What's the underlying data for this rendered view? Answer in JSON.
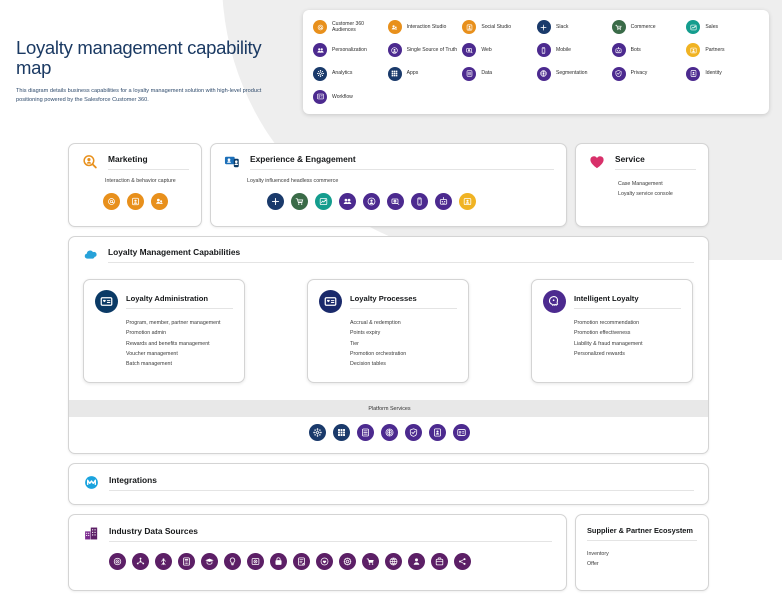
{
  "header": {
    "title": "Loyalty management capability map",
    "subtitle": "This diagram details business capabilities for a loyalty management solution with high-level product positioning powered by the Salesforce Customer 360."
  },
  "legend": {
    "items": [
      {
        "label": "Customer 360 Audiences",
        "icon": "customer360-audiences-icon",
        "color": "#e8901c"
      },
      {
        "label": "Interaction Studio",
        "icon": "interaction-studio-icon",
        "color": "#e8901c"
      },
      {
        "label": "Social Studio",
        "icon": "social-studio-icon",
        "color": "#e8901c"
      },
      {
        "label": "Slack",
        "icon": "slack-icon",
        "color": "#1a3a6b"
      },
      {
        "label": "Commerce",
        "icon": "commerce-icon",
        "color": "#3a6b48"
      },
      {
        "label": "Sales",
        "icon": "sales-icon",
        "color": "#149d8e"
      },
      {
        "label": "Personalization",
        "icon": "personalization-icon",
        "color": "#4c2a8f"
      },
      {
        "label": "Single Source of Truth",
        "icon": "single-source-truth-icon",
        "color": "#4c2a8f"
      },
      {
        "label": "Web",
        "icon": "web-icon",
        "color": "#4c2a8f"
      },
      {
        "label": "Mobile",
        "icon": "mobile-icon",
        "color": "#4c2a8f"
      },
      {
        "label": "Bots",
        "icon": "bots-icon",
        "color": "#4c2a8f"
      },
      {
        "label": "Partners",
        "icon": "partners-icon",
        "color": "#f0b323"
      },
      {
        "label": "Analytics",
        "icon": "analytics-icon",
        "color": "#1a3a6b"
      },
      {
        "label": "Apps",
        "icon": "apps-icon",
        "color": "#1a3a6b"
      },
      {
        "label": "Data",
        "icon": "data-icon",
        "color": "#4c2a8f"
      },
      {
        "label": "Segmentation",
        "icon": "segmentation-icon",
        "color": "#4c2a8f"
      },
      {
        "label": "Privacy",
        "icon": "privacy-icon",
        "color": "#4c2a8f"
      },
      {
        "label": "Identity",
        "icon": "identity-icon",
        "color": "#4c2a8f"
      },
      {
        "label": "Workflow",
        "icon": "workflow-icon",
        "color": "#4c2a8f"
      }
    ]
  },
  "marketing": {
    "title": "Marketing",
    "header_icon": "marketing-magnifier-icon",
    "note": "Interaction & behavior capture",
    "icons": [
      {
        "name": "customer360-audiences-icon",
        "color": "#e8901c"
      },
      {
        "name": "social-studio-icon",
        "color": "#e8901c"
      },
      {
        "name": "interaction-studio-icon",
        "color": "#e8901c"
      }
    ]
  },
  "experience": {
    "title": "Experience & Engagement",
    "header_icon": "experience-screen-icon",
    "note": "Loyalty influenced headless commerce",
    "icons": [
      {
        "name": "slack-icon",
        "color": "#1a3a6b"
      },
      {
        "name": "commerce-icon",
        "color": "#3a6b48"
      },
      {
        "name": "sales-icon",
        "color": "#149d8e"
      },
      {
        "name": "personalization-icon",
        "color": "#4c2a8f"
      },
      {
        "name": "single-source-truth-icon",
        "color": "#4c2a8f"
      },
      {
        "name": "web-icon",
        "color": "#4c2a8f"
      },
      {
        "name": "mobile-icon",
        "color": "#4c2a8f"
      },
      {
        "name": "bots-icon",
        "color": "#4c2a8f"
      },
      {
        "name": "partners-icon",
        "color": "#f0b323"
      }
    ]
  },
  "service": {
    "title": "Service",
    "header_icon": "service-heart-icon",
    "items": [
      "Case Management",
      "Loyalty service console"
    ]
  },
  "capabilities": {
    "title": "Loyalty Management Capabilities",
    "header_icon": "cloud-icon",
    "cards": [
      {
        "title": "Loyalty Administration",
        "icon": "loyalty-admin-card-icon",
        "icon_color": "#0b3a66",
        "items": [
          "Program, member, partner management",
          "Promotion admin",
          "Rewards and benefits management",
          "Voucher management",
          "Batch management"
        ]
      },
      {
        "title": "Loyalty Processes",
        "icon": "loyalty-processes-card-icon",
        "icon_color": "#1a2a6b",
        "items": [
          "Accrual & redemption",
          "Points expiry",
          "Tier",
          "Promotion orchestration",
          "Decision tables"
        ]
      },
      {
        "title": "Intelligent Loyalty",
        "icon": "intelligent-loyalty-card-icon",
        "icon_color": "#4c2a8f",
        "items": [
          "Promotion recommendation",
          "Promotion effectiveness",
          "Liability & fraud management",
          "Personalized rewards"
        ]
      }
    ],
    "platform_services": {
      "label": "Platform Services",
      "icons": [
        {
          "name": "analytics-icon",
          "color": "#1a3a6b"
        },
        {
          "name": "apps-icon",
          "color": "#1a3a6b"
        },
        {
          "name": "data-icon",
          "color": "#4c2a8f"
        },
        {
          "name": "segmentation-icon",
          "color": "#4c2a8f"
        },
        {
          "name": "privacy-icon",
          "color": "#4c2a8f"
        },
        {
          "name": "identity-icon",
          "color": "#4c2a8f"
        },
        {
          "name": "workflow-icon",
          "color": "#4c2a8f"
        }
      ]
    }
  },
  "integrations": {
    "title": "Integrations",
    "header_icon": "mulesoft-icon"
  },
  "industry": {
    "title": "Industry Data Sources",
    "header_icon": "industry-building-icon",
    "icon_color": "#5c1f66",
    "icons": [
      "record-icon",
      "network-icon",
      "broadcast-icon",
      "calculator-icon",
      "education-icon",
      "bulb-icon",
      "camera-icon",
      "bag-icon",
      "form-icon",
      "health-icon",
      "settings-icon",
      "cart-icon",
      "globe-icon",
      "person-icon",
      "briefcase-icon",
      "share-icon"
    ]
  },
  "supplier": {
    "title": "Supplier & Partner Ecosystem",
    "items": [
      "Inventory",
      "Offer"
    ]
  }
}
